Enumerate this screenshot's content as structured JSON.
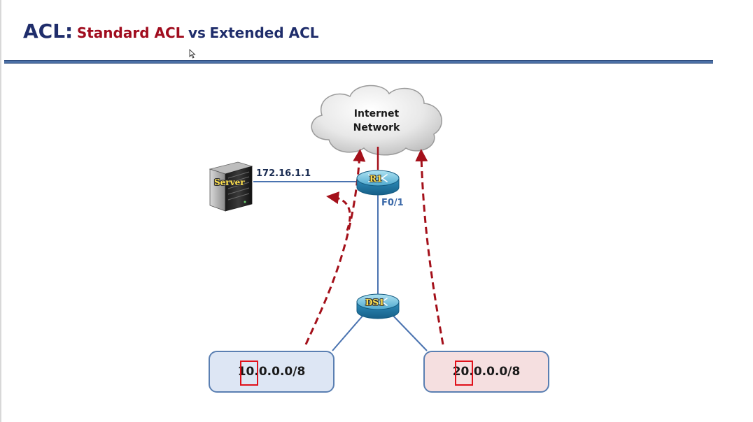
{
  "title": {
    "prefix": "ACL:",
    "standard": "Standard ACL",
    "vs": "vs",
    "extended": "Extended ACL"
  },
  "diagram": {
    "cloud": {
      "line1": "Internet",
      "line2": "Network"
    },
    "server": {
      "label": "Server",
      "ip": "172.16.1.1"
    },
    "router_r1": {
      "label": "R1",
      "port": "F0/1"
    },
    "router_ds1": {
      "label": "DS1"
    },
    "networks": [
      {
        "label": "10.0.0.0/8",
        "fill": "#dde6f4"
      },
      {
        "label": "20.0.0.0/8",
        "fill": "#f5dfe0"
      }
    ]
  },
  "colors": {
    "title_navy": "#1f2d6b",
    "title_red": "#a00c1e",
    "link_blue": "#4a73b0",
    "flow_arrow": "#a4101a",
    "highlight": "#e0101a"
  },
  "icons": [
    "cloud-icon",
    "server-icon",
    "router-icon",
    "cursor-icon"
  ]
}
